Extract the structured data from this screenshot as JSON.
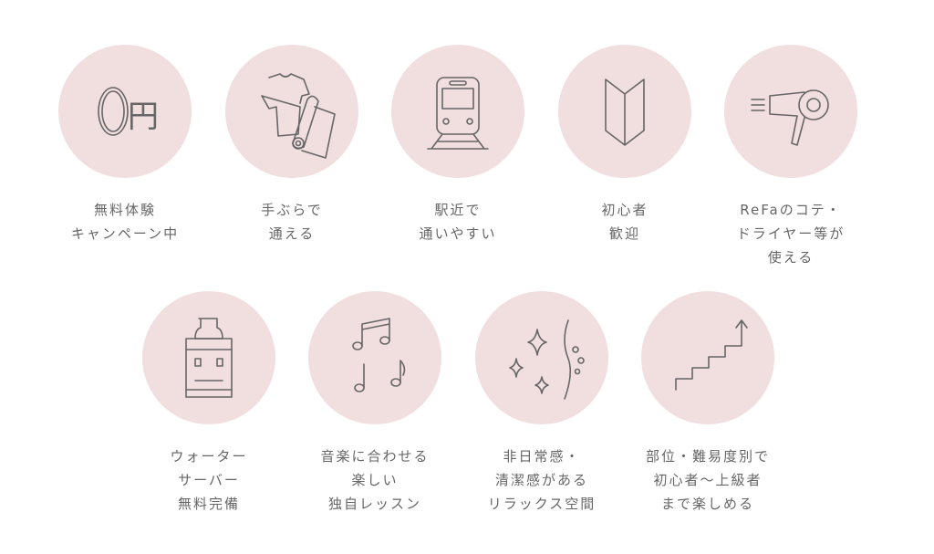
{
  "features": [
    {
      "icon": "zero-yen-icon",
      "lines": [
        "無料体験",
        "キャンペーン中"
      ]
    },
    {
      "icon": "clothes-mat-icon",
      "lines": [
        "手ぶらで",
        "通える"
      ]
    },
    {
      "icon": "train-icon",
      "lines": [
        "駅近で",
        "通いやすい"
      ]
    },
    {
      "icon": "beginner-mark-icon",
      "lines": [
        "初心者",
        "歓迎"
      ]
    },
    {
      "icon": "hair-dryer-icon",
      "lines": [
        "ReFaのコテ・",
        "ドライヤー等が",
        "使える"
      ]
    },
    {
      "icon": "water-server-icon",
      "lines": [
        "ウォーター",
        "サーバー",
        "無料完備"
      ]
    },
    {
      "icon": "music-notes-icon",
      "lines": [
        "音楽に合わせる",
        "楽しい",
        "独自レッスン"
      ]
    },
    {
      "icon": "sparkle-icon",
      "lines": [
        "非日常感・",
        "清潔感がある",
        "リラックス空間"
      ]
    },
    {
      "icon": "stairs-icon",
      "lines": [
        "部位・難易度別で",
        "初心者〜上級者",
        "まで楽しめる"
      ]
    }
  ],
  "icon_text": {
    "yen": "円"
  },
  "colors": {
    "circle": "#f1dfdf",
    "text": "#666666"
  }
}
